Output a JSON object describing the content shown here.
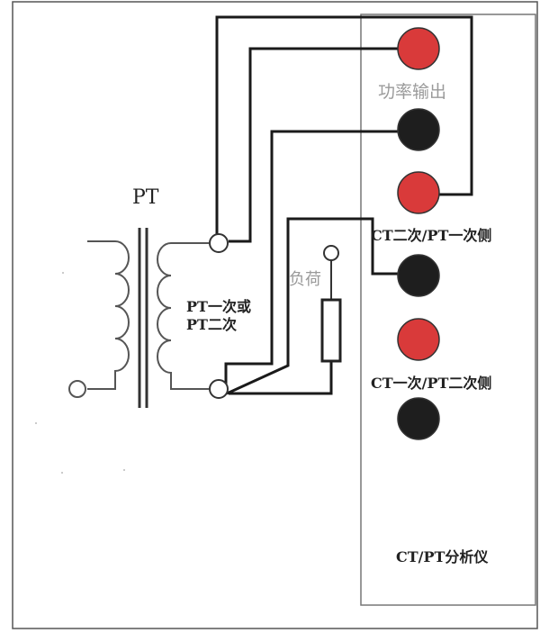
{
  "labels": {
    "pt": "PT",
    "power_output": "功率输出",
    "ct_secondary_pt_primary": "CT二次/PT一次侧",
    "load": "负荷",
    "pt_primary_or_secondary_line1": "PT一次或",
    "pt_primary_or_secondary_line2": "PT二次",
    "ct_primary_pt_secondary": "CT一次/PT二次侧",
    "analyzer": "CT/PT分析仪"
  },
  "colors": {
    "red_terminal": "#d93a3a",
    "black_terminal": "#1e1e1e",
    "wire": "#1a1a1a",
    "device_border": "#777777",
    "outer_border": "#555555",
    "gray_text": "#9a9a9a"
  },
  "icons": {
    "terminal_red": "red-terminal-icon",
    "terminal_black": "black-terminal-icon",
    "resistor": "resistor-icon",
    "coil": "coil-icon"
  }
}
